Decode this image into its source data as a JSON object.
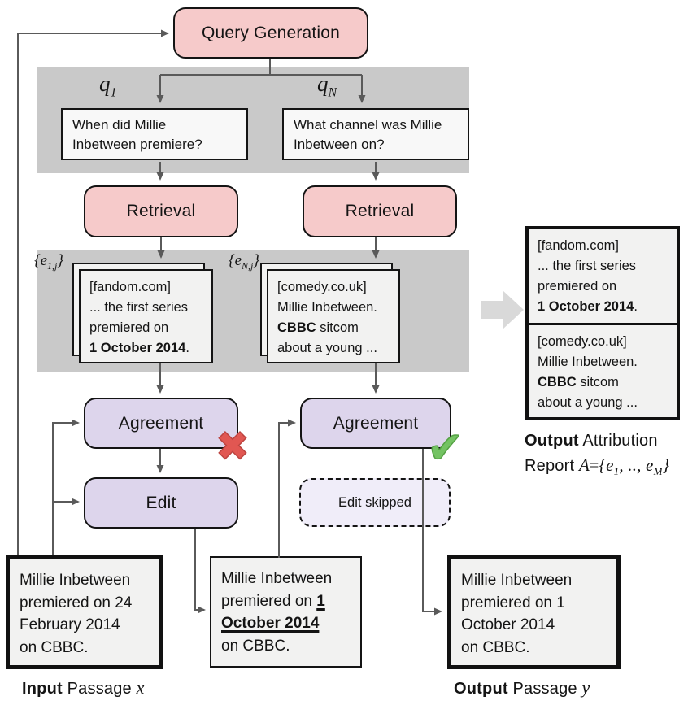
{
  "colors": {
    "process_pink": "#f6caca",
    "process_purple": "#ddd5ec",
    "band_gray": "#c9c9c9",
    "fail_red": "#e15752",
    "success_green": "#74c363"
  },
  "flow": {
    "query_generation": "Query Generation",
    "retrieval_left": "Retrieval",
    "retrieval_right": "Retrieval",
    "agreement_left": "Agreement",
    "agreement_right": "Agreement",
    "edit": "Edit",
    "edit_skipped": "Edit skipped"
  },
  "math": {
    "q1": {
      "base": "q",
      "sub": "1"
    },
    "qN": {
      "base": "q",
      "sub": "N"
    },
    "e1j": {
      "pre": "{e",
      "sub": "1,j",
      "post": "}"
    },
    "eNj": {
      "pre": "{e",
      "sub": "N,j",
      "post": "}"
    }
  },
  "queries": {
    "left": "When did Millie\nInbetween premiere?",
    "right": "What channel was Millie\nInbetween on?"
  },
  "evidence": {
    "fandom": {
      "source": "[fandom.com]\n",
      "body": "... the first series\npremiered on\n",
      "bold": "1 October 2014",
      "tail": "."
    },
    "comedy": {
      "source": "[comedy.co.uk]\n",
      "line2": "Millie Inbetween.\n",
      "bold": "CBBC",
      "line3": " sitcom\n",
      "line4": "about a young ..."
    }
  },
  "marks": {
    "fail": "✖",
    "success": "✔"
  },
  "passages": {
    "input": "Millie Inbetween\npremiered on 24\nFebruary 2014\non CBBC.",
    "edited_pre": "Millie Inbetween\npremiered on ",
    "edited_mark": "1\nOctober 2014",
    "edited_post": "\non CBBC.",
    "output": "Millie Inbetween\npremiered on 1\nOctober 2014\non CBBC."
  },
  "captions": {
    "input_bold": "Input",
    "input_rest": " Passage ",
    "input_var": "x",
    "output_bold": "Output",
    "output_rest": " Passage ",
    "output_var": "y",
    "report_bold": "Output",
    "report_line1_rest": " Attribution",
    "report_line2_pre": "Report ",
    "report_A": "A",
    "report_eq": "=",
    "report_brace_open": "{e",
    "report_sub1": "1",
    "report_mid": ", .., e",
    "report_subM": "M",
    "report_brace_close": "}"
  }
}
